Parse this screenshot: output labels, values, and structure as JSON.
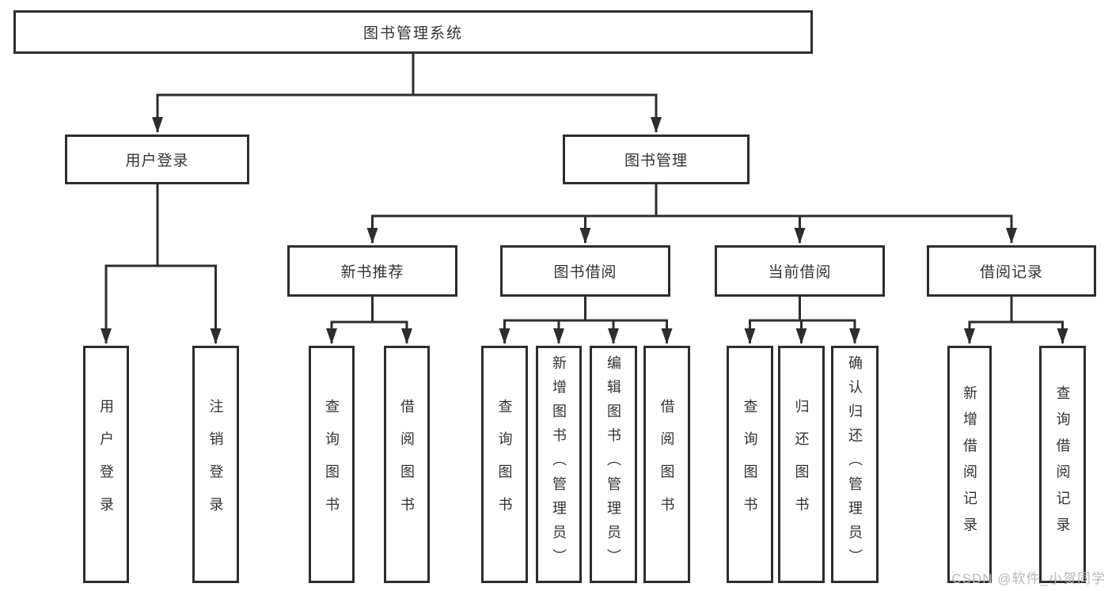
{
  "tree": {
    "root": {
      "label": "图书管理系统"
    },
    "children": [
      {
        "label": "用户登录",
        "children": [
          {
            "label": "用户登录"
          },
          {
            "label": "注销登录"
          }
        ]
      },
      {
        "label": "图书管理",
        "children": [
          {
            "label": "新书推荐",
            "children": [
              {
                "label": "查询图书"
              },
              {
                "label": "借阅图书"
              }
            ]
          },
          {
            "label": "图书借阅",
            "children": [
              {
                "label": "查询图书"
              },
              {
                "label": "新增图书（管理员）"
              },
              {
                "label": "编辑图书（管理员）"
              },
              {
                "label": "借阅图书"
              }
            ]
          },
          {
            "label": "当前借阅",
            "children": [
              {
                "label": "查询图书"
              },
              {
                "label": "归还图书"
              },
              {
                "label": "确认归还（管理员）"
              }
            ]
          },
          {
            "label": "借阅记录",
            "children": [
              {
                "label": "新增借阅记录"
              },
              {
                "label": "查询借阅记录"
              }
            ]
          }
        ]
      }
    ]
  },
  "watermark": "CSDN @软件_小贺同学",
  "colors": {
    "line": "#2d2d2d",
    "box_border": "#2d2d2d",
    "text": "#333333",
    "background": "#ffffff",
    "watermark": "#b7b7bd"
  }
}
